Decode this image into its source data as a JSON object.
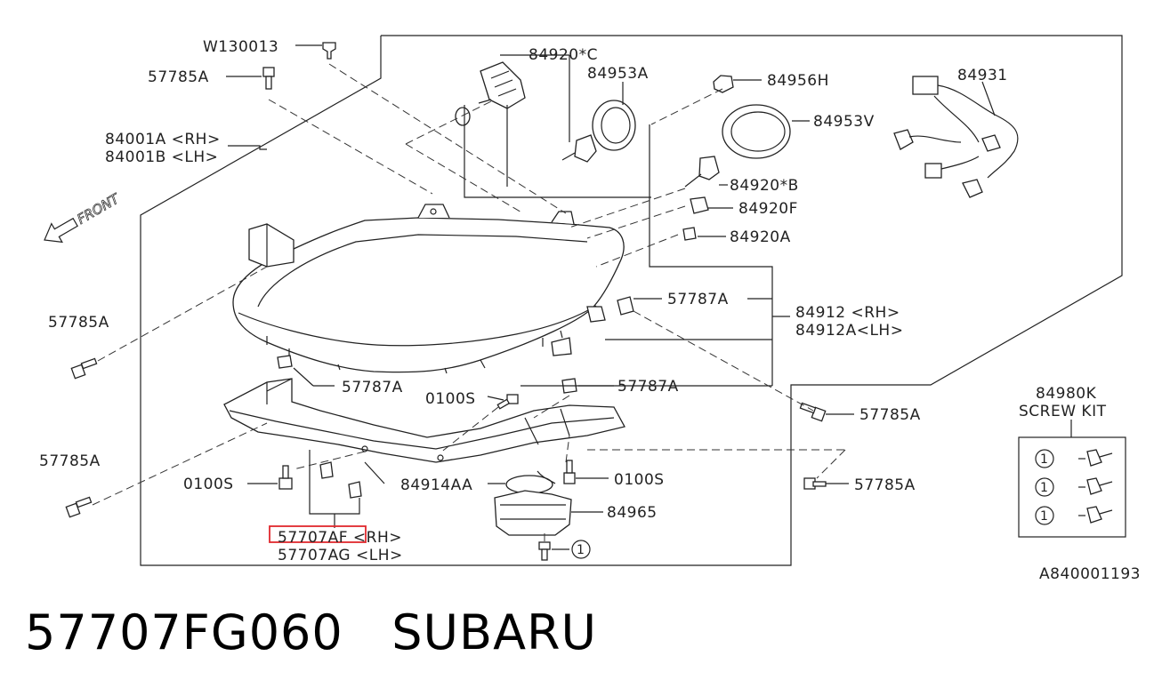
{
  "labels": {
    "w130013": "W130013",
    "p57785a_top": "57785A",
    "p84001a": "84001A <RH>",
    "p84001b": "84001B <LH>",
    "front": "FRONT",
    "p84920c": "84920*C",
    "p84953a": "84953A",
    "p84956h": "84956H",
    "p84931": "84931",
    "p84953v": "84953V",
    "p84920b": "84920*B",
    "p84920f": "84920F",
    "p84920a": "84920A",
    "p57785a_left": "57785A",
    "p57787a_right": "57787A",
    "p84912": "84912 <RH>",
    "p84912a": "84912A<LH>",
    "p57787a_mid": "57787A",
    "p0100s_mid": "0100S",
    "p57787a_low": "57787A",
    "p57785a_right": "57785A",
    "p57785a_lowleft": "57785A",
    "p0100s_left": "0100S",
    "p84914aa": "84914AA",
    "p0100s_right": "0100S",
    "p57785a_lowright": "57785A",
    "p84965": "84965",
    "p57707af": "57707AF <RH>",
    "p57707ag": "57707AG <LH>",
    "p84980k": "84980K",
    "screw_kit": "SCREW KIT",
    "circle_1": "1"
  },
  "figure_id": "A840001193",
  "footer": "57707FG060   SUBARU",
  "colors": {
    "highlight_box": "#e0282e",
    "line": "#222222"
  }
}
